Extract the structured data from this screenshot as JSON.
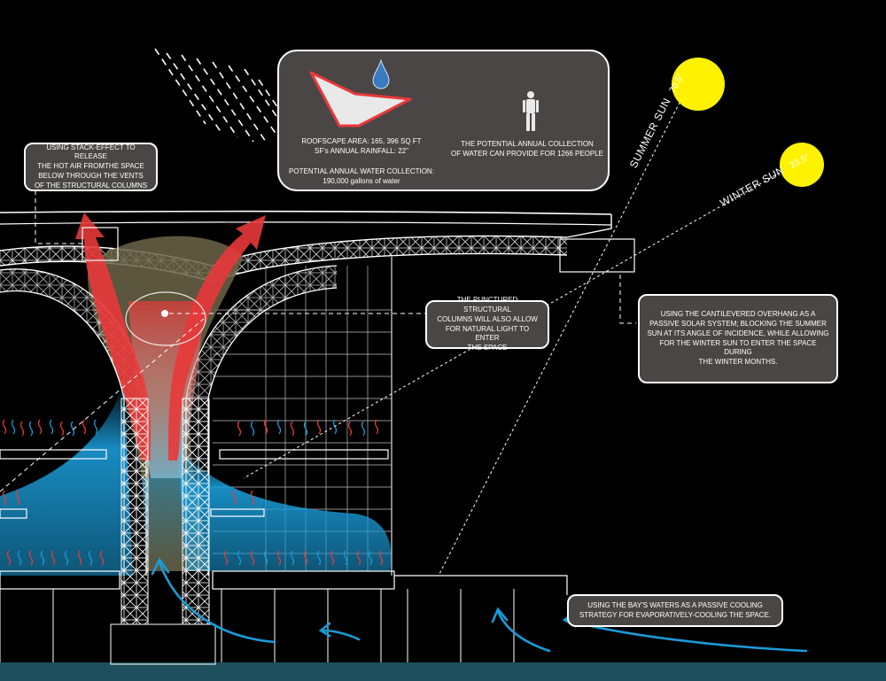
{
  "colors": {
    "background": "#000000",
    "callout_fill": "#4a4646",
    "outline": "#ffffff",
    "hot_air": "#e8393a",
    "cool_air": "#1a9bd7",
    "sun": "#fff200",
    "water": "#1d4f5c",
    "roof_plan_fill": "#e9e9e9",
    "roof_plan_stroke": "#e8393a",
    "drop": "#3a7bbf"
  },
  "icons": [
    "sun-icon",
    "water-drop-icon",
    "person-icon",
    "roof-plan-icon",
    "hot-air-arrow-icon",
    "cool-air-arrow-icon"
  ],
  "rain_collection": {
    "roofscape_area": "ROOFSCAPE AREA:  165, 396 SQ FT",
    "annual_rainfall": "SF's ANNUAL RAINFALL:  22\"",
    "potential_label": "POTENTIAL ANNUAL WATER COLLECTION:",
    "potential_value": "190,000 gallons of  water",
    "people_line1": "THE POTENTIAL ANNUAL COLLECTION",
    "people_line2": "OF WATER CAN PROVIDE FOR 1266 PEOPLE"
  },
  "stack_effect": {
    "line1": "USING STACK-EFFECT TO RELEASE",
    "line2": "THE HOT AIR FROMTHE SPACE",
    "line3": "BELOW THROUGH THE VENTS",
    "line4": "OF THE STRUCTURAL COLUMNS"
  },
  "daylight": {
    "line1": "THE PUNCTURED STRUCTURAL",
    "line2": "COLUMNS WILL ALSO ALLOW",
    "line3": "FOR NATURAL LIGHT TO ENTER",
    "line4": "THE SPACE"
  },
  "overhang": {
    "line1": "USING THE CANTILEVERED OVERHANG AS A",
    "line2": "PASSIVE SOLAR SYSTEM; BLOCKING THE SUMMER",
    "line3": "SUN AT ITS ANGLE OF INCIDENCE, WHILE ALLOWING",
    "line4": "FOR THE WINTER SUN TO ENTER THE SPACE DURING",
    "line5": "THE WINTER MONTHS."
  },
  "cooling": {
    "line1": "USING THE BAY'S  WATERS AS A PASSIVE COOLING",
    "line2": "STRATEGY FOR EVAPORATIVELY-COOLING THE SPACE."
  },
  "summer_sun": {
    "name": "SUMMER SUN",
    "angle": "70.5°"
  },
  "winter_sun": {
    "name": "WINTER SUN",
    "angle": "23.5°"
  }
}
